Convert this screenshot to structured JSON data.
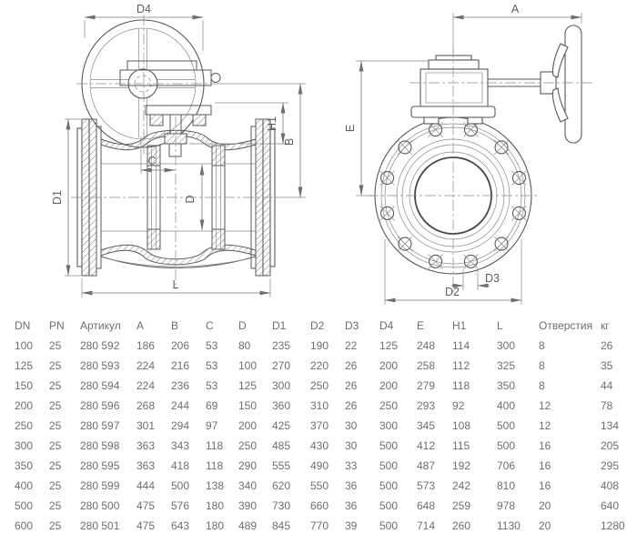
{
  "drawing": {
    "line_color": "#595959",
    "left_view": {
      "labels": {
        "d4": "D4",
        "c": "C",
        "h1": "H1",
        "b": "B",
        "d": "D",
        "d1": "D1",
        "l": "L"
      }
    },
    "right_view": {
      "labels": {
        "a": "A",
        "e": "E",
        "d2": "D2",
        "d3": "D3"
      }
    }
  },
  "table": {
    "headers": [
      "DN",
      "PN",
      "Артикул",
      "A",
      "B",
      "C",
      "D",
      "D1",
      "D2",
      "D3",
      "D4",
      "E",
      "H1",
      "L",
      "Отверстия",
      "кг"
    ],
    "rows": [
      [
        "100",
        "25",
        "280 592",
        "186",
        "206",
        "53",
        "80",
        "235",
        "190",
        "22",
        "125",
        "248",
        "114",
        "300",
        "8",
        "26"
      ],
      [
        "125",
        "25",
        "280 593",
        "224",
        "216",
        "53",
        "100",
        "270",
        "220",
        "26",
        "200",
        "258",
        "112",
        "325",
        "8",
        "35"
      ],
      [
        "150",
        "25",
        "280 594",
        "224",
        "236",
        "53",
        "125",
        "300",
        "250",
        "26",
        "200",
        "279",
        "118",
        "350",
        "8",
        "44"
      ],
      [
        "200",
        "25",
        "280 596",
        "268",
        "244",
        "69",
        "150",
        "360",
        "310",
        "26",
        "250",
        "293",
        "92",
        "400",
        "12",
        "78"
      ],
      [
        "250",
        "25",
        "280 597",
        "301",
        "294",
        "97",
        "200",
        "425",
        "370",
        "30",
        "300",
        "345",
        "108",
        "500",
        "12",
        "134"
      ],
      [
        "300",
        "25",
        "280 598",
        "363",
        "343",
        "118",
        "250",
        "485",
        "430",
        "30",
        "500",
        "412",
        "115",
        "500",
        "16",
        "205"
      ],
      [
        "350",
        "25",
        "280 595",
        "363",
        "418",
        "118",
        "290",
        "555",
        "490",
        "33",
        "500",
        "487",
        "192",
        "706",
        "16",
        "295"
      ],
      [
        "400",
        "25",
        "280 599",
        "444",
        "500",
        "138",
        "340",
        "620",
        "550",
        "36",
        "500",
        "573",
        "242",
        "810",
        "16",
        "408"
      ],
      [
        "500",
        "25",
        "280 500",
        "475",
        "576",
        "180",
        "390",
        "730",
        "660",
        "36",
        "500",
        "648",
        "259",
        "978",
        "20",
        "640"
      ],
      [
        "600",
        "25",
        "280 501",
        "475",
        "643",
        "180",
        "489",
        "845",
        "770",
        "39",
        "500",
        "714",
        "260",
        "1130",
        "20",
        "1280"
      ]
    ]
  }
}
